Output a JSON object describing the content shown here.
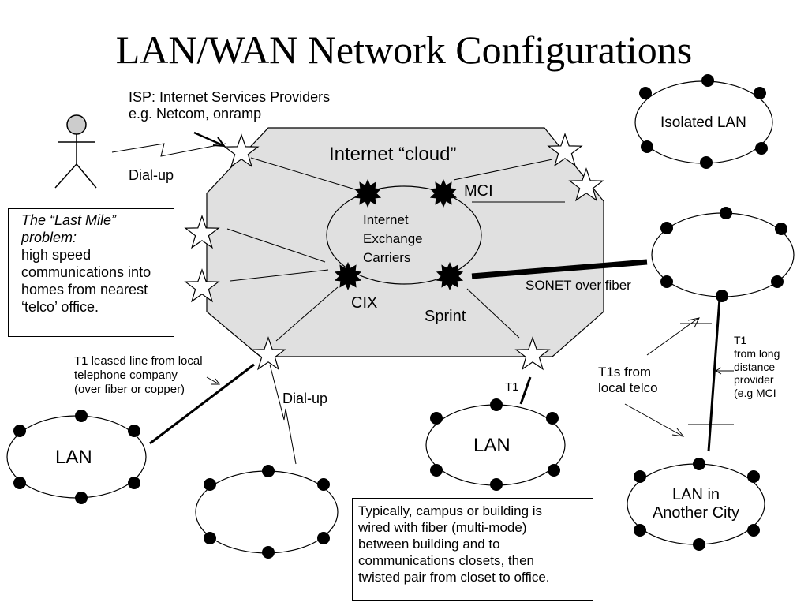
{
  "title": "LAN/WAN Network Configurations",
  "isp_label": [
    "ISP: Internet Services Providers",
    "e.g. Netcom, onramp"
  ],
  "cloud_label": "Internet “cloud”",
  "mci_label": "MCI",
  "iec_label": [
    "Internet",
    "Exchange",
    "Carriers"
  ],
  "cix_label": "CIX",
  "sprint_label": "Sprint",
  "dialup_top": "Dial-up",
  "dialup_bottom": "Dial-up",
  "isolated_lan": "Isolated LAN",
  "sonet_label": "SONET over fiber",
  "last_mile_box": {
    "heading": [
      "The “Last Mile”",
      "problem:"
    ],
    "body": [
      "high speed",
      "communications into",
      "homes from nearest",
      "‘telco’ office."
    ]
  },
  "t1_leased": [
    "T1 leased line from local",
    "telephone company",
    "(over fiber or copper)"
  ],
  "t1_small": "T1",
  "lan_left": "LAN",
  "lan_center": "LAN",
  "lan_city": [
    "LAN in",
    "Another City"
  ],
  "t1s_local": [
    "T1s from",
    "local telco"
  ],
  "t1_long": [
    "T1",
    "from long",
    "distance",
    "provider",
    "(e.g MCI"
  ],
  "campus_box": [
    "Typically, campus or building is",
    "wired with fiber (multi-mode)",
    "between building and to",
    "communications closets, then",
    "twisted pair from closet to office."
  ],
  "icons": [
    "user-icon",
    "star-icon",
    "burst-icon",
    "node-icon"
  ]
}
